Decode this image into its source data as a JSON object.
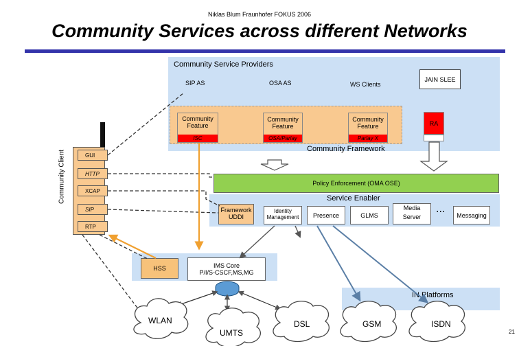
{
  "header": {
    "author": "Niklas Blum Fraunhofer FOKUS 2006",
    "title": "Community Services across different Networks"
  },
  "providers": {
    "title": "Community Service Providers",
    "sip_as": "SIP AS",
    "osa_as": "OSA AS",
    "ws_clients": "WS Clients",
    "jain_slee": "JAIN SLEE"
  },
  "feature": {
    "cf1_line1": "Community",
    "cf1_line2": "Feature",
    "cf1_tag": "ISC",
    "cf2_line1": "Community",
    "cf2_line2": "Feature",
    "cf2_tag": "OSA/Parlay",
    "cf3_line1": "Community",
    "cf3_line2": "Feature",
    "cf3_tag": "Parlay X",
    "ra": "RA",
    "framework_label": "Community Framework"
  },
  "client": {
    "title": "Community Client",
    "gui": "GUI",
    "http": "HTTP",
    "xcap": "XCAP",
    "sip": "SIP",
    "rtp": "RTP"
  },
  "enabler": {
    "policy": "Policy Enforcement (OMA OSE)",
    "title": "Service Enabler",
    "framework_line1": "Framework",
    "framework_line2": "UDDI",
    "identity_line1": "Identity",
    "identity_line2": "Management",
    "presence": "Presence",
    "glms": "GLMS",
    "media_line1": "Media",
    "media_line2": "Server",
    "dots": "...",
    "messaging": "Messaging"
  },
  "core": {
    "hss": "HSS",
    "ims_line1": "IMS Core",
    "ims_line2": "P/I/S-CSCF,MS,MG",
    "in_platforms": "IN Platforms"
  },
  "networks": {
    "wlan": "WLAN",
    "umts": "UMTS",
    "dsl": "DSL",
    "gsm": "GSM",
    "isdn": "ISDN"
  },
  "footer": {
    "page": "21"
  },
  "colors": {
    "title_rule": "#3333aa",
    "provider_bg": "#cce0f5",
    "framework_bg": "#f9c990",
    "policy_bg": "#92d050",
    "enabler_bg": "#cce0f5",
    "red_tag": "#ff0000",
    "hss_fill": "#f7c27a",
    "arrow_orange": "#f0a030"
  }
}
